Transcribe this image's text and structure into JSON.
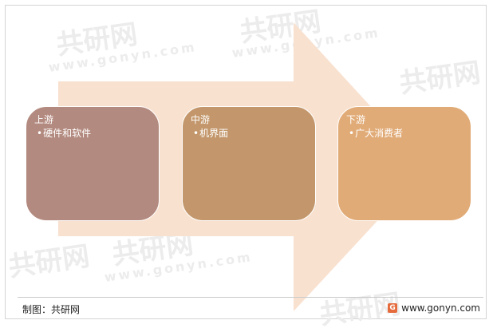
{
  "diagram": {
    "stages": [
      {
        "title": "上游",
        "items": [
          "硬件和软件"
        ]
      },
      {
        "title": "中游",
        "items": [
          "机界面"
        ]
      },
      {
        "title": "下游",
        "items": [
          "广大消费者"
        ]
      }
    ],
    "colors": {
      "arrow": "#f9e1d0",
      "upstream": "#b38a7f",
      "midstream": "#c3976b",
      "downstream": "#e1ab77"
    }
  },
  "footer": {
    "credit": "制图：共研网",
    "site": "www.gonyn.com",
    "logo_letter": "G"
  },
  "watermark": {
    "brand": "共研网",
    "domain": "www.gonyn.com"
  }
}
